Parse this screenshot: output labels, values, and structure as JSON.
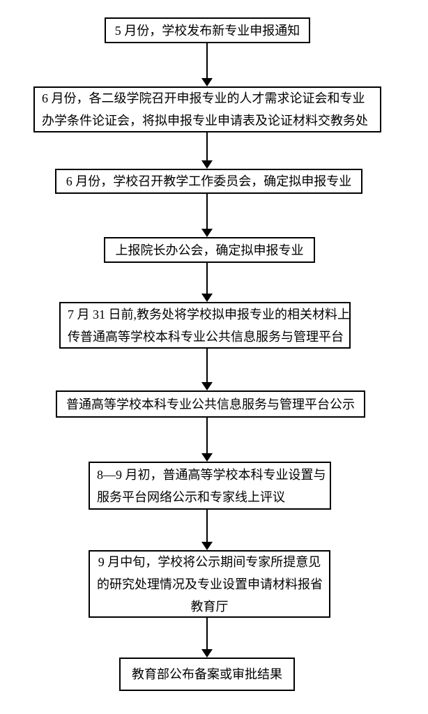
{
  "diagram": {
    "type": "flowchart",
    "direction": "top-to-bottom",
    "colors": {
      "background": "#ffffff",
      "box_border": "#000000",
      "text": "#000000",
      "arrow": "#000000"
    },
    "boxes": [
      {
        "step": 1,
        "align": "center",
        "lines": [
          "5 月份，学校发布新专业申报通知"
        ]
      },
      {
        "step": 2,
        "align": "left",
        "lines": [
          "6 月份，各二级学院召开申报专业的人才需求论证会和专业",
          "办学条件论证会，将拟申报专业申请表及论证材料交教务处"
        ]
      },
      {
        "step": 3,
        "align": "center",
        "lines": [
          "6 月份，学校召开教学工作委员会，确定拟申报专业"
        ]
      },
      {
        "step": 4,
        "align": "center",
        "lines": [
          "上报院长办公会，确定拟申报专业"
        ]
      },
      {
        "step": 5,
        "align": "left",
        "lines": [
          "7 月 31 日前,教务处将学校拟申报专业的相关材料上",
          "传普通高等学校本科专业公共信息服务与管理平台"
        ]
      },
      {
        "step": 6,
        "align": "center",
        "lines": [
          "普通高等学校本科专业公共信息服务与管理平台公示"
        ]
      },
      {
        "step": 7,
        "align": "left",
        "lines": [
          "8—9 月初，普通高等学校本科专业设置与",
          "服务平台网络公示和专家线上评议"
        ]
      },
      {
        "step": 8,
        "align": "center",
        "lines": [
          "9 月中旬，学校将公示期间专家所提意见",
          "的研究处理情况及专业设置申请材料报省",
          "教育厅"
        ]
      },
      {
        "step": 9,
        "align": "center",
        "lines": [
          "教育部公布备案或审批结果"
        ]
      }
    ]
  }
}
